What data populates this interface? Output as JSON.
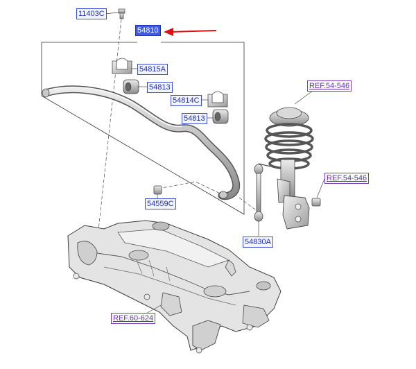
{
  "labels": {
    "bolt_11403c": "11403C",
    "stabilizer_bar_54810": "54810",
    "bracket_54815a": "54815A",
    "bushing_54813_top": "54813",
    "bracket_54814c": "54814C",
    "bushing_54813_bottom": "54813",
    "nut_54559c": "54559C",
    "link_54830a": "54830A",
    "ref_strut_top": "REF.54-546",
    "ref_strut_side": "REF.54-546",
    "ref_subframe": "REF.60-624"
  },
  "colors": {
    "label_border": "#3b4fd8",
    "label_highlight": "#3f5be8",
    "ref_border": "#7a3cc4",
    "ref_fill": "#f4fff0",
    "pointer_arrow": "#e01010"
  },
  "icons": [
    "red-pointer-arrow-icon"
  ]
}
